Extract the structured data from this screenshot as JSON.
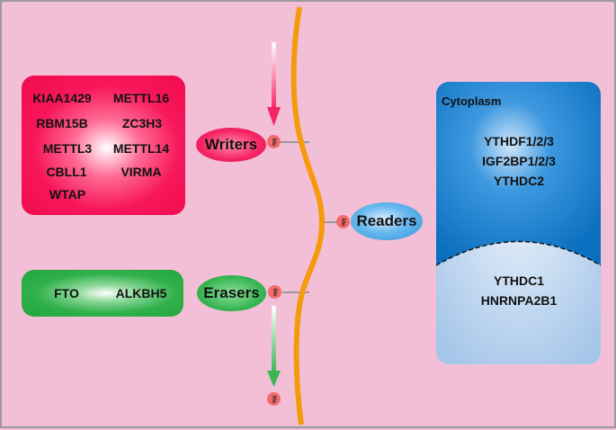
{
  "diagram": {
    "title": "m6A RNA methylation regulators",
    "writers": {
      "label": "Writers",
      "genes": [
        "KIAA1429",
        "METTL16",
        "RBM15B",
        "ZC3H3",
        "METTL3",
        "METTL14",
        "CBLL1",
        "VIRMA",
        "WTAP"
      ]
    },
    "erasers": {
      "label": "Erasers",
      "genes": [
        "FTO",
        "ALKBH5"
      ]
    },
    "readers": {
      "label": "Readers",
      "compartment_label": "Cytoplasm",
      "cytoplasm_genes": [
        "YTHDF1/2/3",
        "IGF2BP1/2/3",
        "YTHDC2"
      ],
      "nucleus_genes": [
        "YTHDC1",
        "HNRNPA2B1"
      ]
    },
    "methyl_mark": "Me",
    "colors": {
      "background": "#f2bfd6",
      "writers": "#f0145a",
      "erasers": "#2fb04a",
      "readers": "#2e93dc",
      "cytoplasm": "#0a6fbf",
      "nucleus": "#a9c8ea",
      "rna_strand": "#f59a0a",
      "methyl": "#f26a6a"
    }
  }
}
